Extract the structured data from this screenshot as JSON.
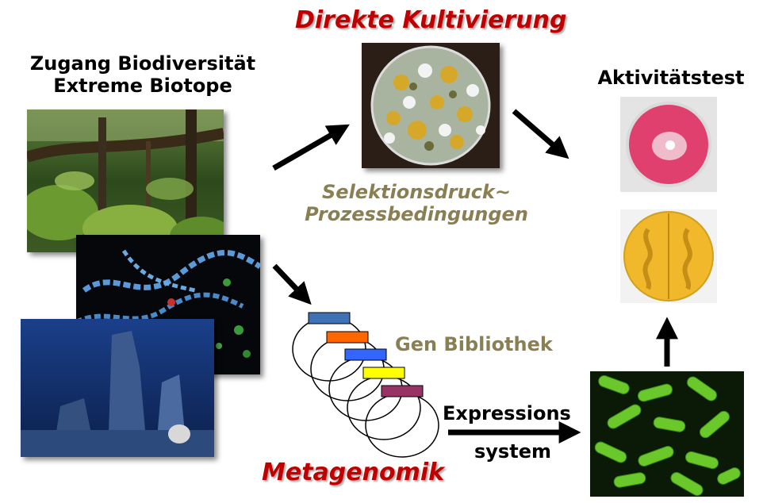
{
  "headings": {
    "direkte_kultivierung": "Direkte Kultivierung",
    "zugang_line1": "Zugang Biodiversität",
    "zugang_line2": "Extreme Biotope",
    "aktivitaetstest": "Aktivitätstest",
    "selektion_line1": "Selektionsdruck~",
    "selektion_line2": "Prozessbedingungen",
    "gen_bibliothek": "Gen Bibliothek",
    "expressions": "Expressions",
    "system": "system",
    "metagenomik": "Metagenomik"
  },
  "colors": {
    "heading_red": "#c00000",
    "olive_text": "#8a7f52",
    "gene_bars": [
      "#3f72b5",
      "#ff6600",
      "#3366ff",
      "#ffff00",
      "#993366"
    ]
  },
  "icons": {
    "arrows": [
      "arrow-to-culture",
      "arrow-to-assay",
      "arrow-to-metagenomics",
      "arrow-to-expression-host",
      "arrow-up-to-assay"
    ]
  }
}
